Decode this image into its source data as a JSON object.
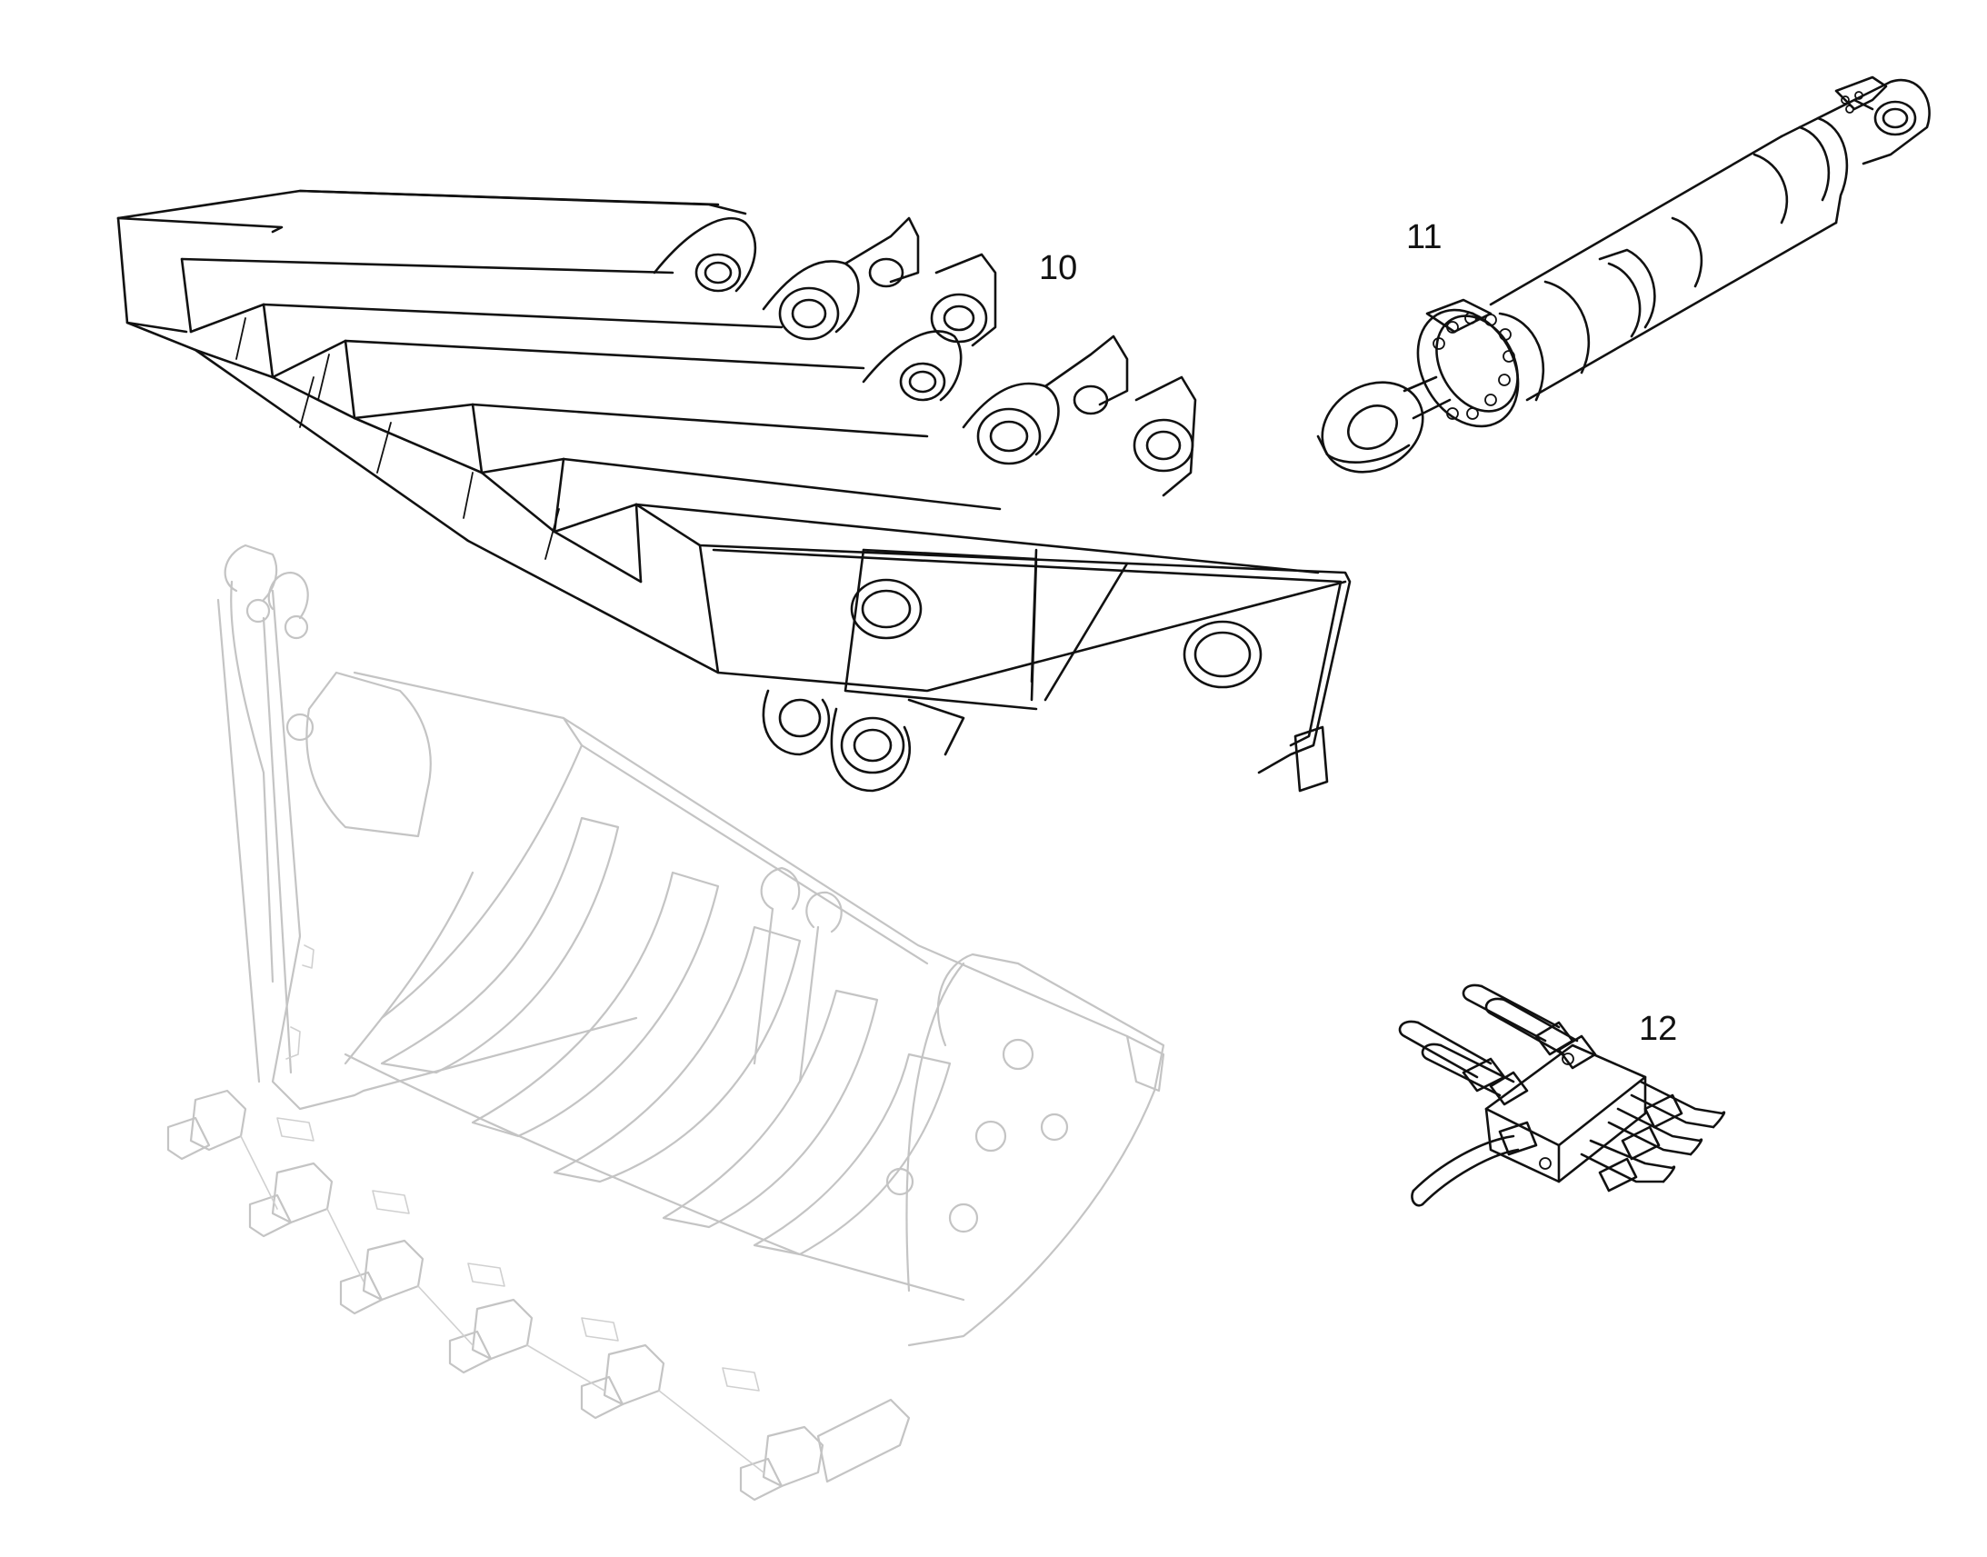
{
  "figure": {
    "callouts": [
      {
        "label": "10"
      },
      {
        "label": "11"
      },
      {
        "label": "12"
      }
    ],
    "colors": {
      "line": "#111111",
      "ghost_line": "#c4c4c4",
      "background": "#ffffff"
    }
  }
}
